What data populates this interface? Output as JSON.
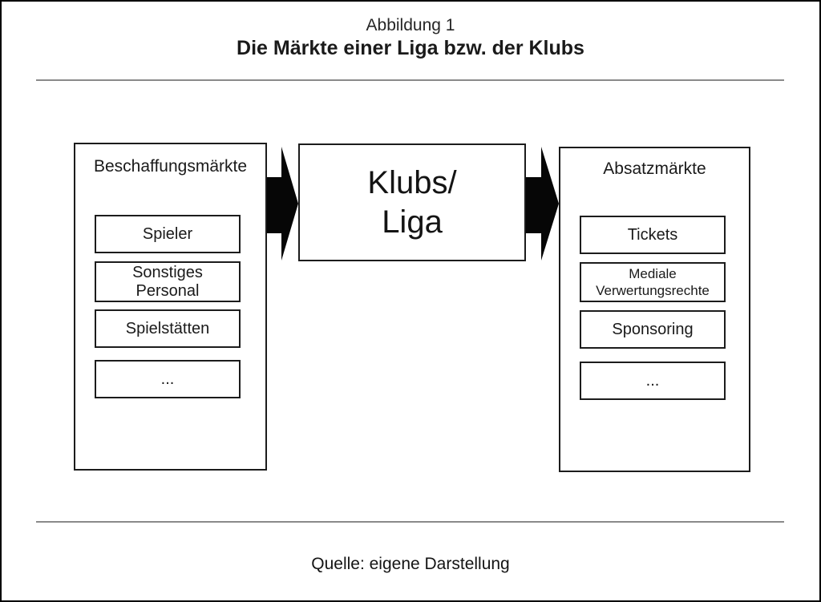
{
  "figure": {
    "label": "Abbildung 1",
    "title": "Die Märkte einer Liga bzw. der Klubs",
    "source": "Quelle: eigene Darstellung"
  },
  "diagram": {
    "supply_panel": {
      "title": "Beschaffungsmärkte",
      "items": [
        "Spieler",
        "Sonstiges Personal",
        "Spielstätten",
        "..."
      ]
    },
    "center_node": {
      "lines": [
        "Klubs/",
        "Liga"
      ]
    },
    "sales_panel": {
      "title": "Absatzmärkte",
      "items": [
        "Tickets",
        "Mediale Verwertungsrechte",
        "Sponsoring",
        "..."
      ]
    },
    "colors": {
      "box_border": "#1c1c1c",
      "arrow_fill": "#060606",
      "rule": "#8a8a8a",
      "text": "#1a1a1a"
    }
  }
}
